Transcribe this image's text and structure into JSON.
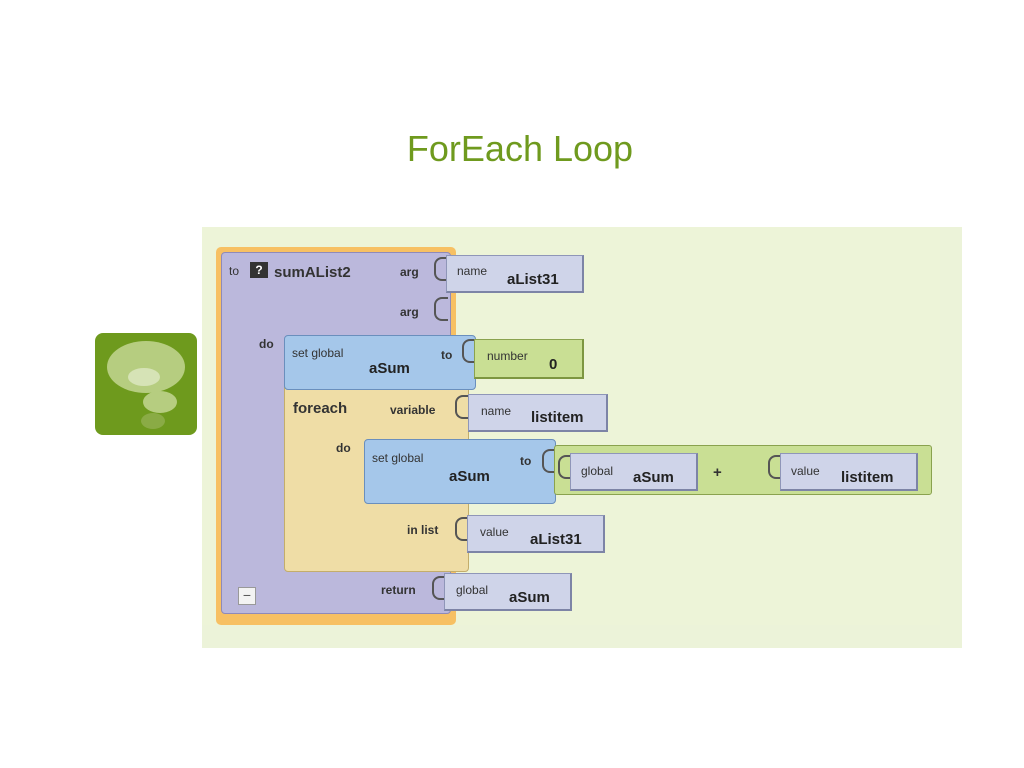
{
  "slide": {
    "title": "ForEach Loop"
  },
  "logo": {
    "icon": "speech-bubble-logo",
    "color": "#6e9a1d"
  },
  "blocks": {
    "procedure": {
      "to": "to",
      "question": "?",
      "name": "sumAList2",
      "arg1": "arg",
      "arg2": "arg",
      "do": "do",
      "return": "return",
      "collapse": "−"
    },
    "arg_name": {
      "caption": "name",
      "value": "aList31"
    },
    "set_global_1": {
      "caption": "set global",
      "var": "aSum",
      "to": "to"
    },
    "number": {
      "caption": "number",
      "value": "0"
    },
    "foreach": {
      "label": "foreach",
      "variable": "variable",
      "do": "do",
      "in_list": "in list"
    },
    "loop_var": {
      "caption": "name",
      "value": "listitem"
    },
    "set_global_2": {
      "caption": "set global",
      "var": "aSum",
      "to": "to"
    },
    "global_asum_1": {
      "caption": "global",
      "value": "aSum"
    },
    "plus": "+",
    "value_listitem": {
      "caption": "value",
      "value": "listitem"
    },
    "value_alist": {
      "caption": "value",
      "value": "aList31"
    },
    "global_asum_2": {
      "caption": "global",
      "value": "aSum"
    }
  },
  "colors": {
    "title": "#6f9a1e",
    "canvas": "#ecf3d9",
    "procedure": "#bbb8dc",
    "foreach": "#efdda6",
    "set_global": "#a5c7ea",
    "number": "#c9df94",
    "highlight": "#f7c063"
  }
}
